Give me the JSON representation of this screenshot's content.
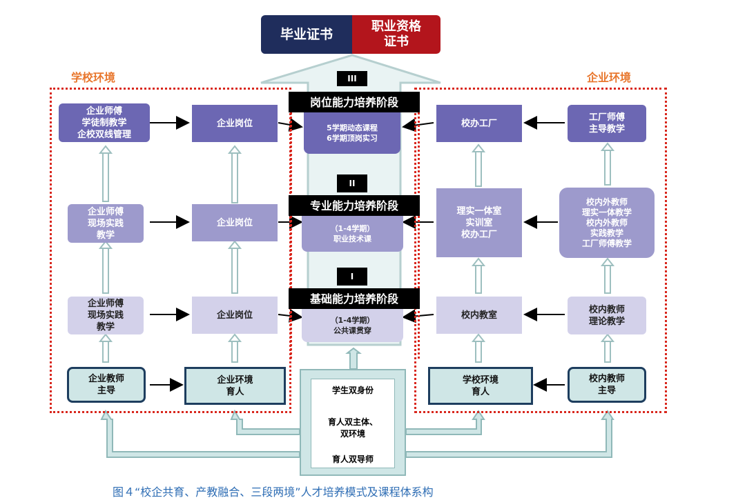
{
  "top": {
    "graduation_cert": "毕业证书",
    "vocational_cert": "职业资格\n证书"
  },
  "environments": {
    "school": "学校环境",
    "enterprise": "企业环境"
  },
  "phases": [
    {
      "roman": "III",
      "label": "岗位能力培养阶段",
      "content": "5学期动态课程\n6学期顶岗实习"
    },
    {
      "roman": "II",
      "label": "专业能力培养阶段",
      "content": "（1-4学期）\n职业技术课"
    },
    {
      "roman": "I",
      "label": "基础能力培养阶段",
      "content": "（1-4学期）\n公共课贯穿"
    }
  ],
  "left_outer": [
    "企业师傅\n学徒制教学\n企校双线管理",
    "企业师傅\n现场实践\n教学",
    "企业师傅\n现场实践\n教学",
    "企业教师\n主导"
  ],
  "left_inner": [
    "企业岗位",
    "企业岗位",
    "企业岗位",
    "企业环境\n育人"
  ],
  "right_inner": [
    "校办工厂",
    "理实一体室\n实训室\n校办工厂",
    "校内教室",
    "学校环境\n育人"
  ],
  "right_outer": [
    "工厂师傅\n主导教学",
    "校内外教师\n理实一体教学\n校内外教师\n实践教学\n工厂师傅教学",
    "校内教师\n理论教学",
    "校内教师\n主导"
  ],
  "center_bottom": {
    "line1": "学生双身份",
    "line2": "育人双主体、\n双环境",
    "line3": "育人双导师"
  },
  "caption": "图４“校企共育、产教融合、三段两境”人才培养模式及课程体系构",
  "colors": {
    "dark_box": "#6c67b3",
    "mid_box": "#9d9acc",
    "light_box": "#d3d1ea",
    "teal_box": "#cfe6e6",
    "navy": "#1f2d5c",
    "red": "#b3151c",
    "dotted_border": "#d9261c",
    "env_label": "#e8762c",
    "caption": "#2e6db4"
  }
}
